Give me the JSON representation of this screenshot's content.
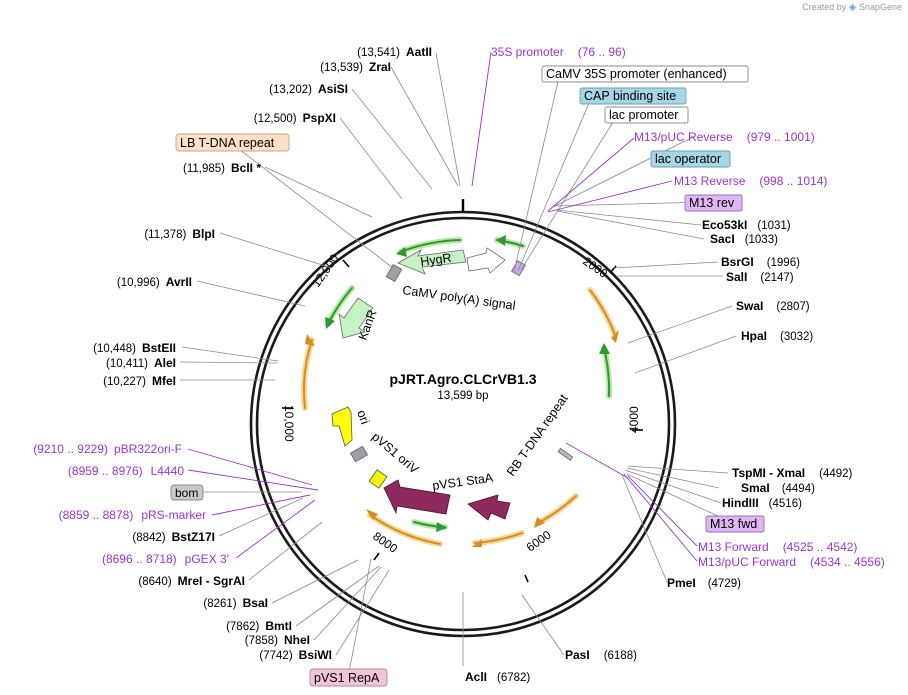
{
  "plasmid": {
    "name": "pJRT.Agro.CLCrVB1.3",
    "size": "13,599 bp"
  },
  "watermark": {
    "prefix": "Created by",
    "brand": "SnapGene"
  },
  "scale_ticks": [
    "2000",
    "4000",
    "6000",
    "8000",
    "10,000",
    "12,000"
  ],
  "feature_labels": {
    "hygr": "HygR",
    "kanr": "KanR",
    "camv_polya": "CaMV poly(A) signal",
    "ori": "ori",
    "pvs1_oriv": "pVS1 oriV",
    "pvs1_staa": "pVS1 StaA",
    "rb_tdna": "RB T-DNA repeat"
  },
  "labels": [
    {
      "id": "aatii",
      "name": "AatII",
      "pos": "(13,541)"
    },
    {
      "id": "zrai",
      "name": "ZraI",
      "pos": "(13,539)"
    },
    {
      "id": "asisi",
      "name": "AsiSI",
      "pos": "(13,202)"
    },
    {
      "id": "pspxi",
      "name": "PspXI",
      "pos": "(12,500)"
    },
    {
      "id": "bcli",
      "name": "BclI *",
      "pos": "(11,985)"
    },
    {
      "id": "blpi",
      "name": "BlpI",
      "pos": "(11,378)"
    },
    {
      "id": "avrii",
      "name": "AvrII",
      "pos": "(10,996)"
    },
    {
      "id": "bsteii",
      "name": "BstEII",
      "pos": "(10,448)"
    },
    {
      "id": "alei",
      "name": "AleI",
      "pos": "(10,411)"
    },
    {
      "id": "mfei",
      "name": "MfeI",
      "pos": "(10,227)"
    },
    {
      "id": "bstz17i",
      "name": "BstZ17I",
      "pos": "(8842)"
    },
    {
      "id": "mrei",
      "name": "MreI  -  SgrAI",
      "pos": "(8640)"
    },
    {
      "id": "bsai",
      "name": "BsaI",
      "pos": "(8261)"
    },
    {
      "id": "bmti",
      "name": "BmtI",
      "pos": "(7862)"
    },
    {
      "id": "nhei",
      "name": "NheI",
      "pos": "(7858)"
    },
    {
      "id": "bsiwi",
      "name": "BsiWI",
      "pos": "(7742)"
    },
    {
      "id": "acli",
      "name": "AclI",
      "pos": "(6782)"
    },
    {
      "id": "pasi",
      "name": "PasI",
      "pos": "(6188)"
    },
    {
      "id": "pmei",
      "name": "PmeI",
      "pos": "(4729)"
    },
    {
      "id": "hindiii",
      "name": "HindIII",
      "pos": "(4516)"
    },
    {
      "id": "smai",
      "name": "SmaI",
      "pos": "(4494)"
    },
    {
      "id": "tspmi",
      "name": "TspMI  -  XmaI",
      "pos": "(4492)"
    },
    {
      "id": "hpai",
      "name": "HpaI",
      "pos": "(3032)"
    },
    {
      "id": "swai",
      "name": "SwaI",
      "pos": "(2807)"
    },
    {
      "id": "sali",
      "name": "SalI",
      "pos": "(2147)"
    },
    {
      "id": "bsrgi",
      "name": "BsrGI",
      "pos": "(1996)"
    },
    {
      "id": "saci",
      "name": "SacI",
      "pos": "(1033)"
    },
    {
      "id": "eco53ki",
      "name": "Eco53kI",
      "pos": "(1031)"
    }
  ],
  "purple_labels": [
    {
      "id": "p35s",
      "name": "35S promoter",
      "range": "(76 .. 96)"
    },
    {
      "id": "m13puc_rev",
      "name": "M13/pUC Reverse",
      "range": "(979 .. 1001)"
    },
    {
      "id": "m13_rev",
      "name": "M13 Reverse",
      "range": "(998 .. 1014)"
    },
    {
      "id": "pbr322",
      "name": "pBR322ori-F",
      "range": "(9210 .. 9229)"
    },
    {
      "id": "l4440",
      "name": "L4440",
      "range": "(8959 .. 8976)"
    },
    {
      "id": "prs",
      "name": "pRS-marker",
      "range": "(8859 .. 8878)"
    },
    {
      "id": "pgex",
      "name": "pGEX 3'",
      "range": "(8696 .. 8718)"
    },
    {
      "id": "m13fwd_long",
      "name": "M13 Forward",
      "range": "(4525 .. 4542)"
    },
    {
      "id": "m13puc_fwd",
      "name": "M13/pUC Forward",
      "range": "(4534 .. 4556)"
    }
  ],
  "boxes": [
    {
      "id": "camv35s_enh",
      "text": "CaMV 35S promoter (enhanced)"
    },
    {
      "id": "cap",
      "text": "CAP binding site"
    },
    {
      "id": "lac_promoter",
      "text": "lac promoter"
    },
    {
      "id": "lac_operator",
      "text": "lac operator"
    },
    {
      "id": "m13rev_box",
      "text": "M13 rev"
    },
    {
      "id": "lb_tdna",
      "text": "LB T-DNA repeat"
    },
    {
      "id": "bom",
      "text": "bom"
    },
    {
      "id": "m13fwd_box",
      "text": "M13 fwd"
    },
    {
      "id": "pvs1_repa",
      "text": "pVS1 RepA"
    }
  ],
  "colors": {
    "backbone": "#1a1a1a",
    "enzyme_lead": "#8a8a8a",
    "primer": "#9a33d6",
    "orf_green": "#3cae3c",
    "orf_orange": "#e6a23c",
    "hygr_fill": "#c4f2c2",
    "kanr_fill": "#c4f2c2",
    "polya_fill": "#ffffff",
    "ori_fill": "#ffff00",
    "pvs1_oriv_fill": "#f3f300",
    "staa_fill": "#8e2a5d",
    "box_white": "#ffffff",
    "box_blue": "#a6d6e6",
    "box_violet": "#e0b5f5",
    "box_peach": "#fde0c5",
    "box_gray": "#c9c9c9",
    "box_pink": "#f2c4d8"
  }
}
